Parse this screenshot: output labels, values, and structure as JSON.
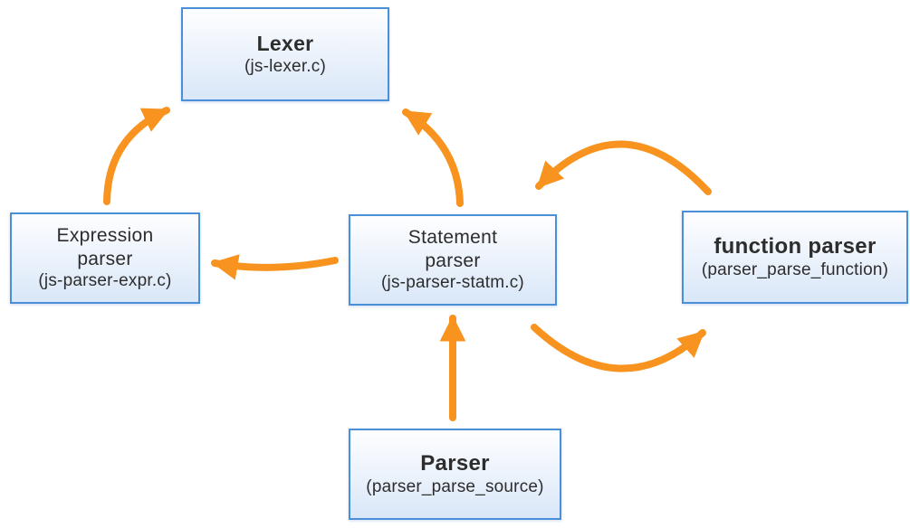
{
  "diagram": {
    "nodes": {
      "lexer": {
        "title": "Lexer",
        "subtitle": "(js-lexer.c)"
      },
      "expression_parser": {
        "title": "Expression parser",
        "subtitle": "(js-parser-expr.c)"
      },
      "statement_parser": {
        "title": "Statement parser",
        "subtitle": "(js-parser-statm.c)"
      },
      "function_parser": {
        "title": "function parser",
        "subtitle": "(parser_parse_function)"
      },
      "parser": {
        "title": "Parser",
        "subtitle": "(parser_parse_source)"
      }
    },
    "edges": [
      {
        "from": "parser",
        "to": "statement_parser"
      },
      {
        "from": "statement_parser",
        "to": "lexer"
      },
      {
        "from": "expression_parser",
        "to": "lexer"
      },
      {
        "from": "statement_parser",
        "to": "expression_parser"
      },
      {
        "from": "statement_parser",
        "to": "function_parser"
      },
      {
        "from": "function_parser",
        "to": "statement_parser"
      }
    ],
    "colors": {
      "arrow": "#f7931e",
      "box_border": "#4a90d9",
      "box_fill_top": "#fefeff",
      "box_fill_bottom": "#d9e7f8",
      "text": "#2d2d2d"
    }
  }
}
